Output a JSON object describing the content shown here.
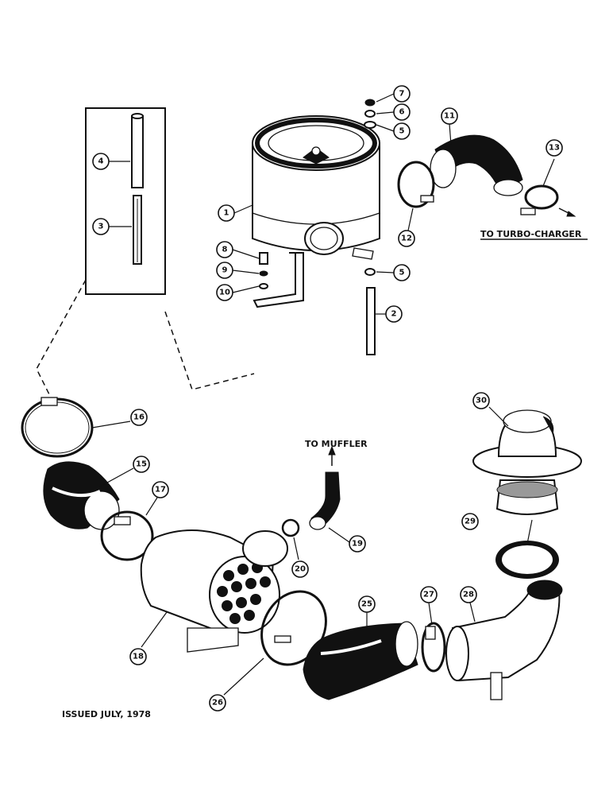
{
  "labels": {
    "turbo": "TO TURBO-CHARGER",
    "muffler": "TO MUFFLER",
    "issued": "ISSUED JULY, 1978"
  },
  "callouts": [
    "1",
    "2",
    "3",
    "4",
    "5",
    "5",
    "6",
    "7",
    "8",
    "9",
    "10",
    "11",
    "12",
    "13",
    "15",
    "16",
    "17",
    "18",
    "19",
    "20",
    "25",
    "26",
    "27",
    "28",
    "29",
    "30"
  ]
}
